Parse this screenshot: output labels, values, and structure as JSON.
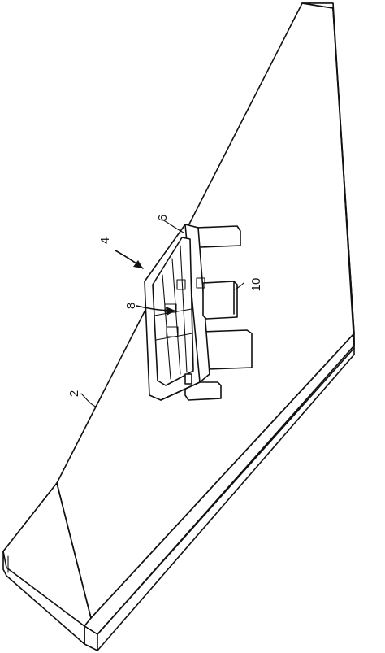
{
  "labels": {
    "base": "2",
    "assembly": "4",
    "frame": "6",
    "grid": "8",
    "block": "10"
  }
}
